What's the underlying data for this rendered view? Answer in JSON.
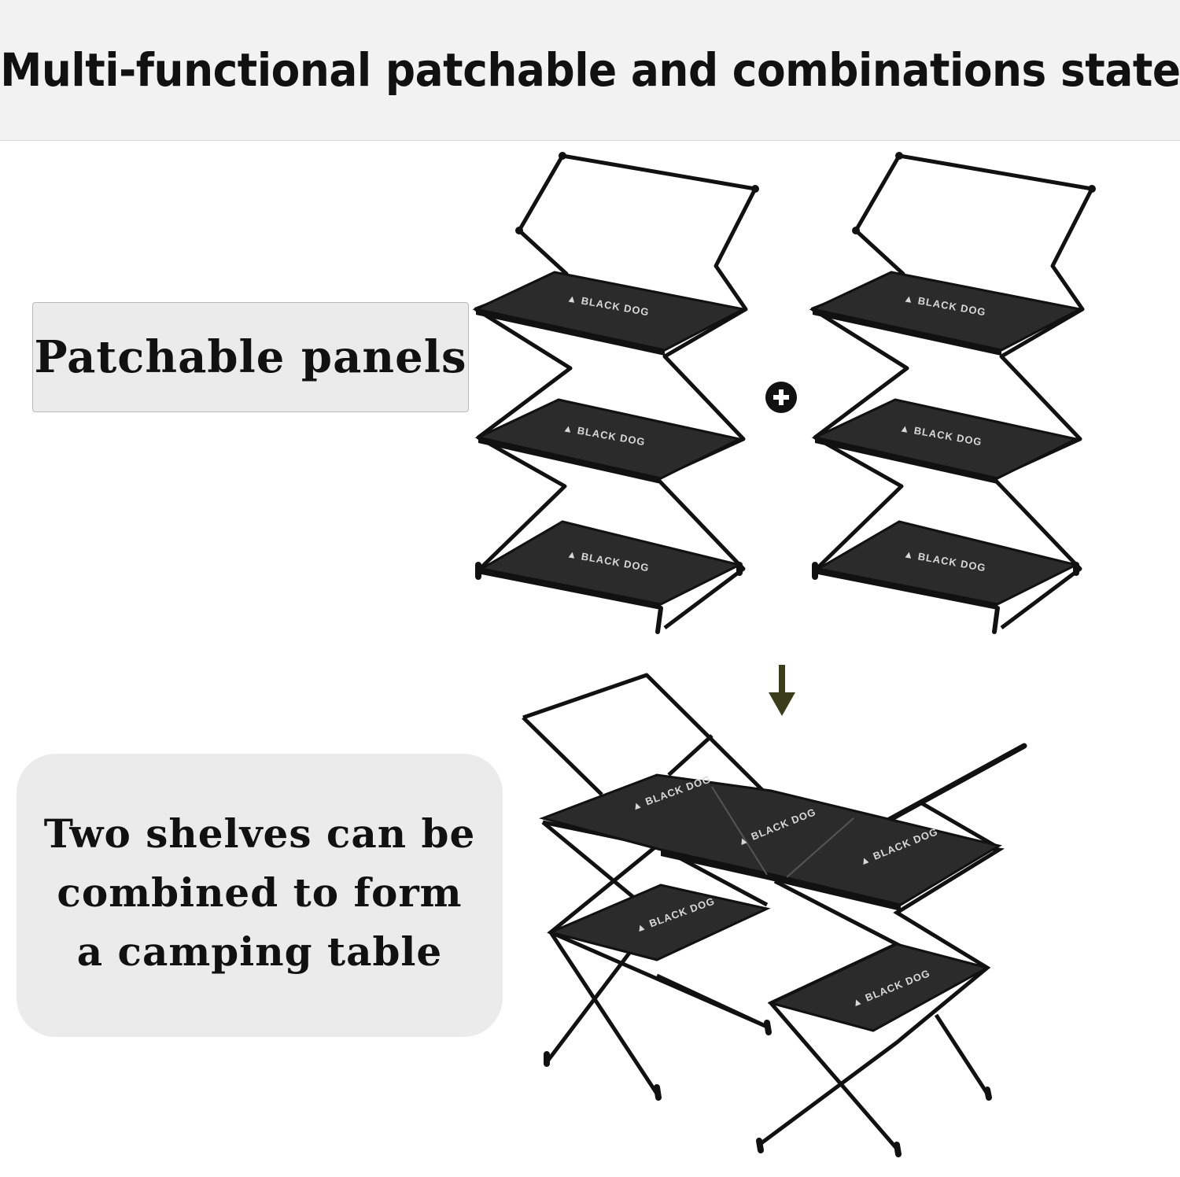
{
  "header": {
    "title": "Multi-functional patchable and combinations state"
  },
  "callout_patchable": {
    "label": "Patchable panels"
  },
  "callout_combined": {
    "lines": [
      "Two shelves can be",
      "combined to form",
      "a camping table"
    ]
  },
  "shelf_brand": "BLACK DOG",
  "icons": {
    "plus": "plus-circle-icon",
    "arrow": "arrow-down-icon"
  },
  "colors": {
    "frame": "#111111",
    "panel": "#2b2b2b",
    "arrow": "#3a3c1c"
  }
}
